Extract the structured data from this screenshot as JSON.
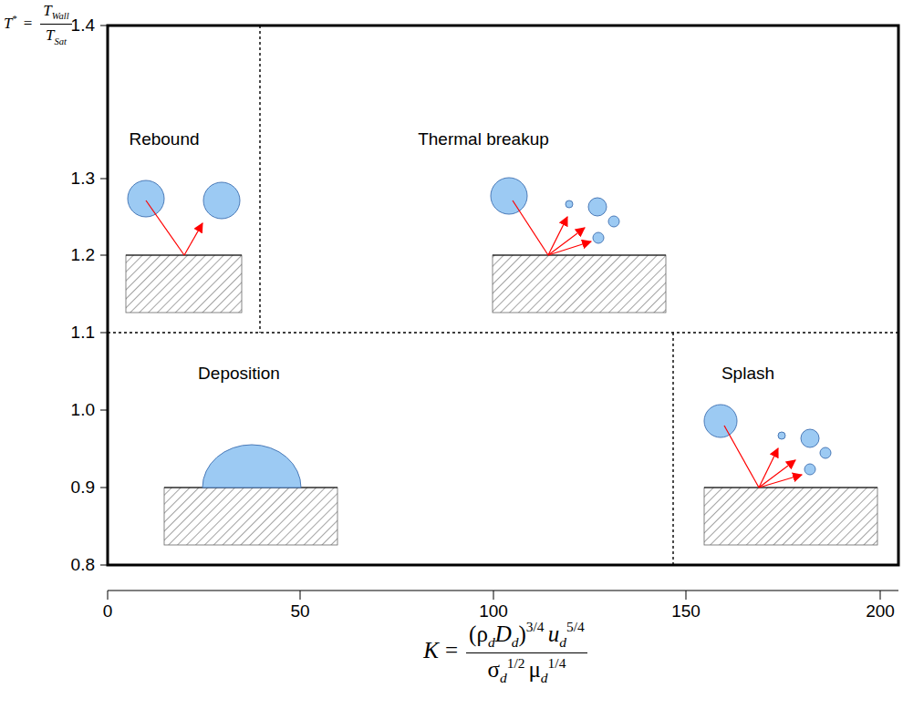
{
  "diagram": {
    "nodes": [
      {
        "text": [
          "Rebound"
        ]
      },
      {
        "text": [
          "Thermal breakup"
        ]
      },
      {
        "text": [
          "Deposition"
        ]
      },
      {
        "text": [
          "Splash"
        ]
      }
    ],
    "labels": [
      "T",
      "*",
      "=",
      "T",
      "Wall",
      "T",
      "Sat",
      "1.4",
      "1.3",
      "1.2",
      "1.1",
      "1.0",
      "0.9",
      "0.8",
      "0",
      "50",
      "100",
      "150",
      "200",
      "K",
      "=",
      "(",
      "ρ",
      "d",
      "D",
      "d",
      ")",
      "3/4",
      "u",
      "d",
      "5/4",
      "σ",
      "d",
      "1/2",
      "μ",
      "d",
      "1/4"
    ]
  }
}
